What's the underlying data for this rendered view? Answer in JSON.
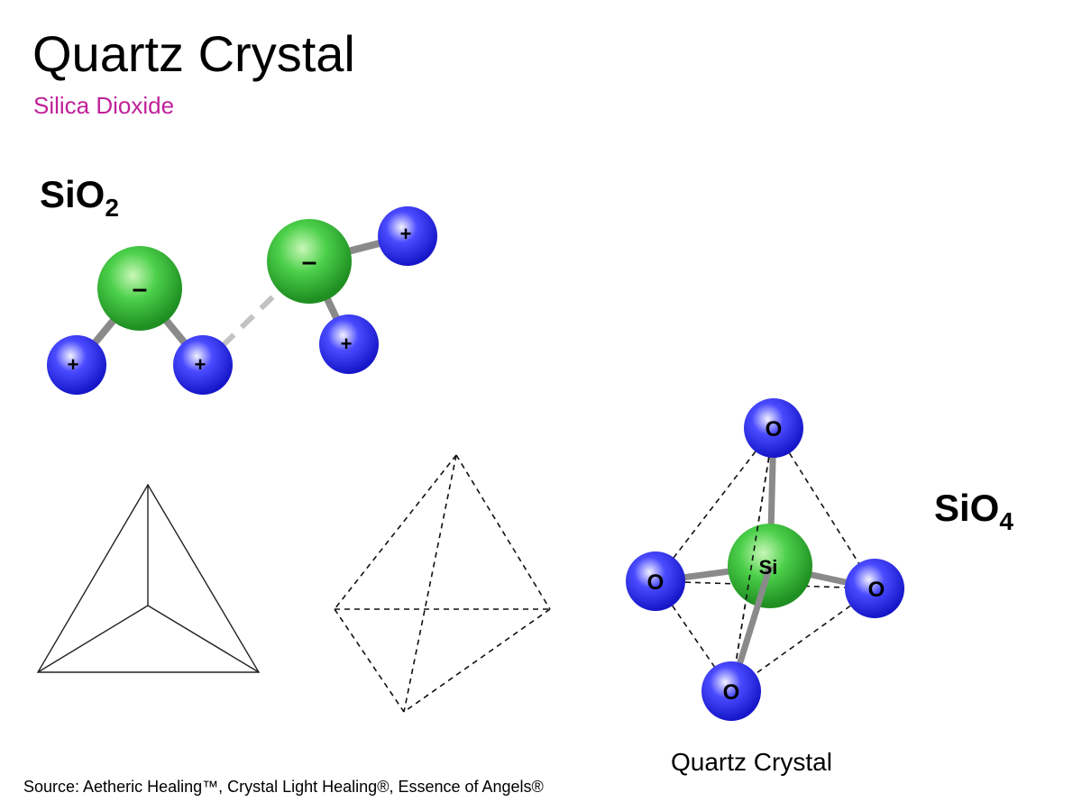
{
  "slide": {
    "title": "Quartz Crystal",
    "subtitle": "Silica Dioxide",
    "source": "Source: Aetheric Healing™, Crystal Light Healing®, Essence of Angels®"
  },
  "sio2": {
    "formula_base": "SiO",
    "formula_sub": "2",
    "negative_sign": "–",
    "positive_sign": "+"
  },
  "sio4": {
    "formula_base": "SiO",
    "formula_sub": "4",
    "center_label": "Si",
    "oxygen_label": "O",
    "caption": "Quartz Crystal"
  },
  "colors": {
    "negative_atom": "#2eaa2e",
    "positive_atom": "#2222dd",
    "bond": "#8a8a8a",
    "subtitle": "#c0209a"
  }
}
